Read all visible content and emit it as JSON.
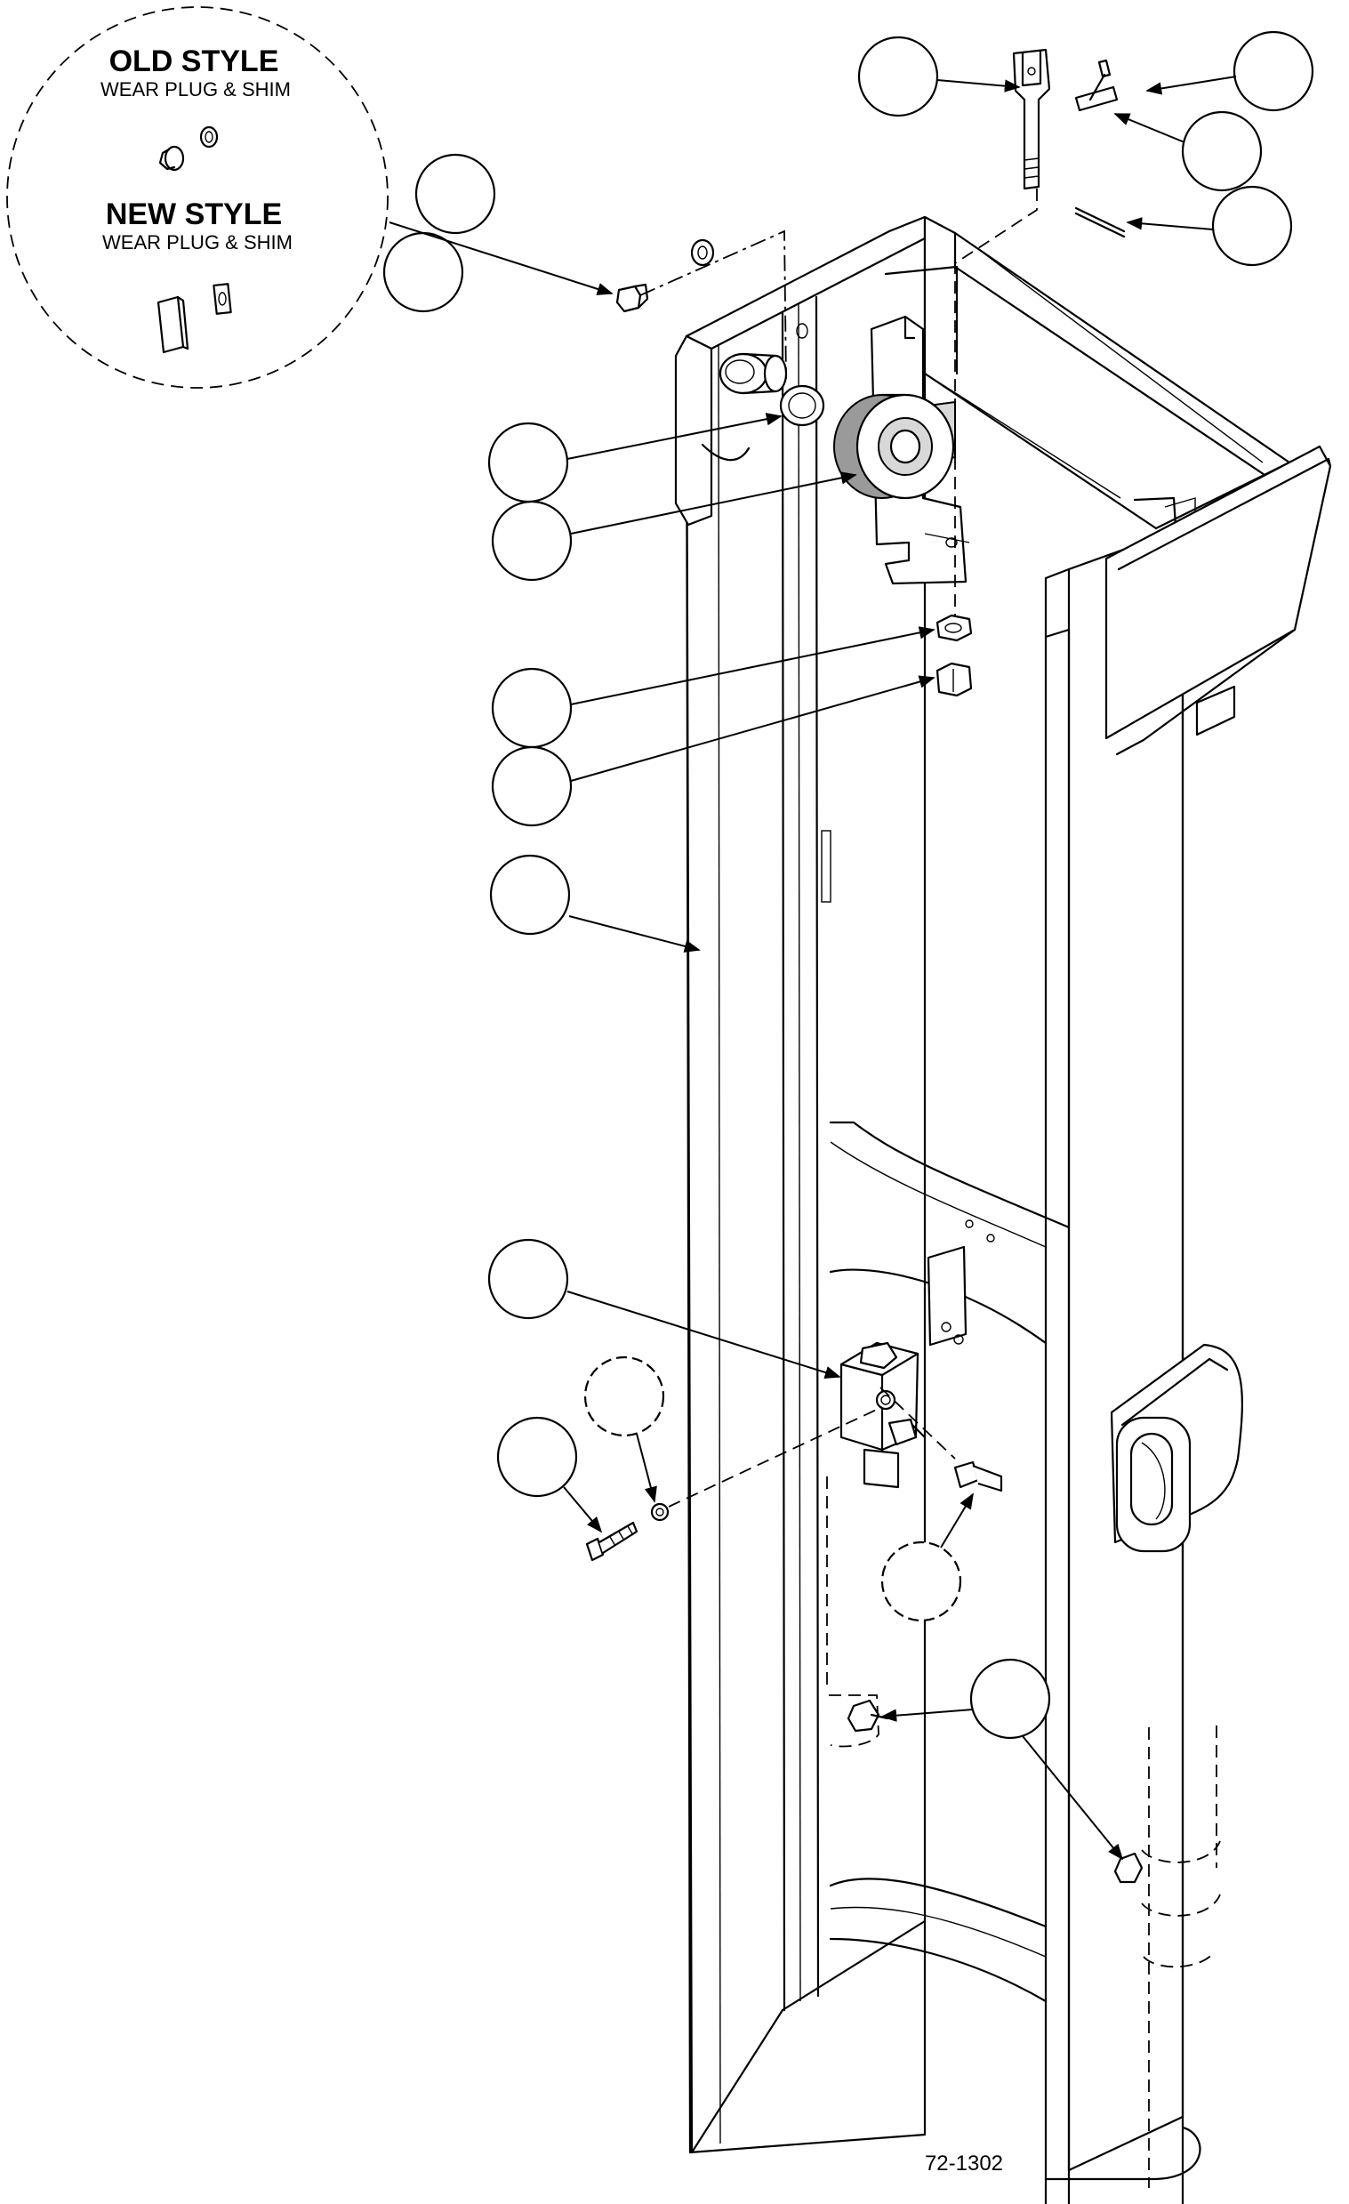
{
  "inset": {
    "old_title": "OLD STYLE",
    "old_sub": "WEAR PLUG & SHIM",
    "new_title": "NEW STYLE",
    "new_sub": "WEAR PLUG & SHIM"
  },
  "figure_number": "72-1302"
}
